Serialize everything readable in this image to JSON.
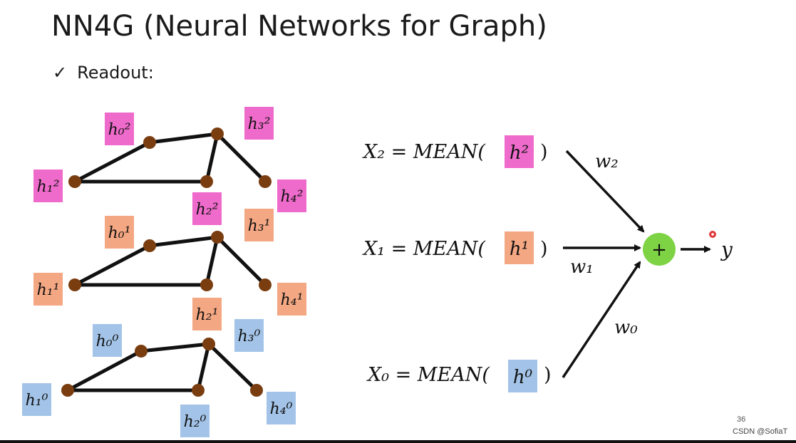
{
  "slide": {
    "title": "NN4G (Neural Networks for Graph)",
    "bullet_mark": "✓",
    "bullet_text": "Readout:",
    "page_number": "36",
    "watermark": "CSDN @SofiaT"
  },
  "colors": {
    "layer2": "#ef6bcb",
    "layer1": "#f4a783",
    "layer0": "#a3c4e8",
    "node": "#7a3d10",
    "sum_node": "#7ed344",
    "edge": "#111111"
  },
  "layers": [
    {
      "name": "layer-2",
      "color_key": "layer2",
      "labels": [
        "h₀²",
        "h₁²",
        "h₂²",
        "h₃²",
        "h₄²"
      ]
    },
    {
      "name": "layer-1",
      "color_key": "layer1",
      "labels": [
        "h₀¹",
        "h₁¹",
        "h₂¹",
        "h₃¹",
        "h₄¹"
      ]
    },
    {
      "name": "layer-0",
      "color_key": "layer0",
      "labels": [
        "h₀⁰",
        "h₁⁰",
        "h₂⁰",
        "h₃⁰",
        "h₄⁰"
      ]
    }
  ],
  "equations": [
    {
      "lhs": "X₂ = MEAN(",
      "box": "h²",
      "rhs": ")",
      "weight": "w₂",
      "color_key": "layer2"
    },
    {
      "lhs": "X₁ = MEAN(",
      "box": "h¹",
      "rhs": ")",
      "weight": "w₁",
      "color_key": "layer1"
    },
    {
      "lhs": "X₀ = MEAN(",
      "box": "h⁰",
      "rhs": ")",
      "weight": "w₀",
      "color_key": "layer0"
    }
  ],
  "sum_symbol": "+",
  "output": "y"
}
